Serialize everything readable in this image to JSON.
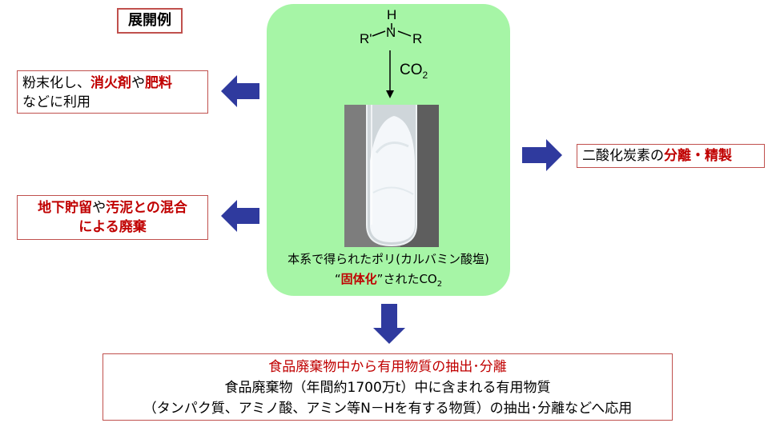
{
  "title": "展開例",
  "center": {
    "amine_h": "H",
    "amine_n": "N",
    "amine_r1": "R'",
    "amine_r2": "R",
    "reagent": "CO",
    "reagent_sub": "2",
    "caption_line1": "本系で得られたポリ(カルバミン酸塩)",
    "caption_quote_open": "“",
    "caption_highlight": "固体化",
    "caption_quote_close": "”",
    "caption_rest": "されたCO",
    "caption_sub": "2"
  },
  "left_box_1": {
    "part1": "粉末化し、",
    "part2": "消火剤",
    "part3": "や",
    "part4": "肥料",
    "line2": "などに利用"
  },
  "left_box_2": {
    "part1": "地下貯留",
    "part2": "や",
    "part3": "汚泥との混合",
    "line2": "による廃棄"
  },
  "right_box": {
    "part1": "二酸化炭素の",
    "part2": "分離・精製"
  },
  "bottom_box": {
    "line1": "食品廃棄物中から有用物質の抽出･分離",
    "line2": "食品廃棄物（年間約1700万t）中に含まれる有用物質",
    "line3": "（タンパク質、アミノ酸、アミン等N－Hを有する物質）の抽出･分離などへ応用"
  },
  "colors": {
    "arrow": "#2f3a9e",
    "highlight": "#c00000",
    "panel": "#a6f5a6",
    "border": "#c0504d"
  }
}
